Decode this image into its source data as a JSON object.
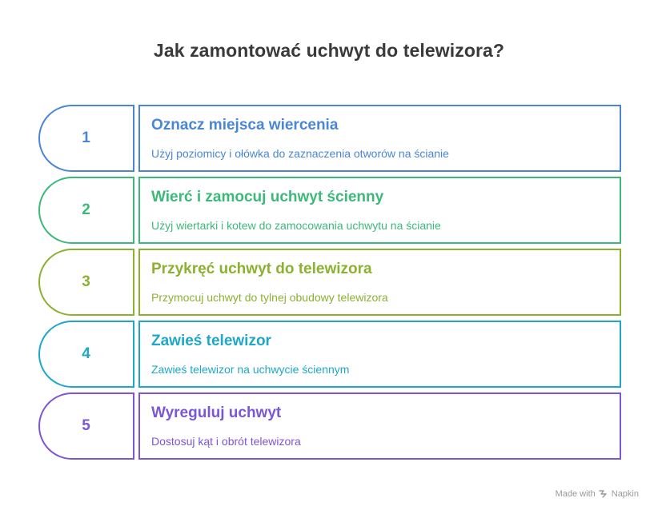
{
  "title": "Jak zamontować uchwyt do telewizora?",
  "steps": [
    {
      "number": "1",
      "title": "Oznacz miejsca wiercenia",
      "description": "Użyj poziomicy i ołówka do zaznaczenia otworów na ścianie",
      "color": "#4a86d8"
    },
    {
      "number": "2",
      "title": "Wierć i zamocuj uchwyt ścienny",
      "description": "Użyj wiertarki i kotew do zamocowania uchwytu na ścianie",
      "color": "#3cb979"
    },
    {
      "number": "3",
      "title": "Przykręć uchwyt do telewizora",
      "description": "Przymocuj uchwyt do tylnej obudowy telewizora",
      "color": "#8cb130"
    },
    {
      "number": "4",
      "title": "Zawieś telewizor",
      "description": "Zawieś telewizor na uchwycie ściennym",
      "color": "#1ea7c9"
    },
    {
      "number": "5",
      "title": "Wyreguluj uchwyt",
      "description": "Dostosuj kąt i obrót telewizora",
      "color": "#7b56d6"
    }
  ],
  "footer": {
    "made_with": "Made with",
    "brand": "Napkin",
    "icon": "napkin-logo-icon"
  }
}
